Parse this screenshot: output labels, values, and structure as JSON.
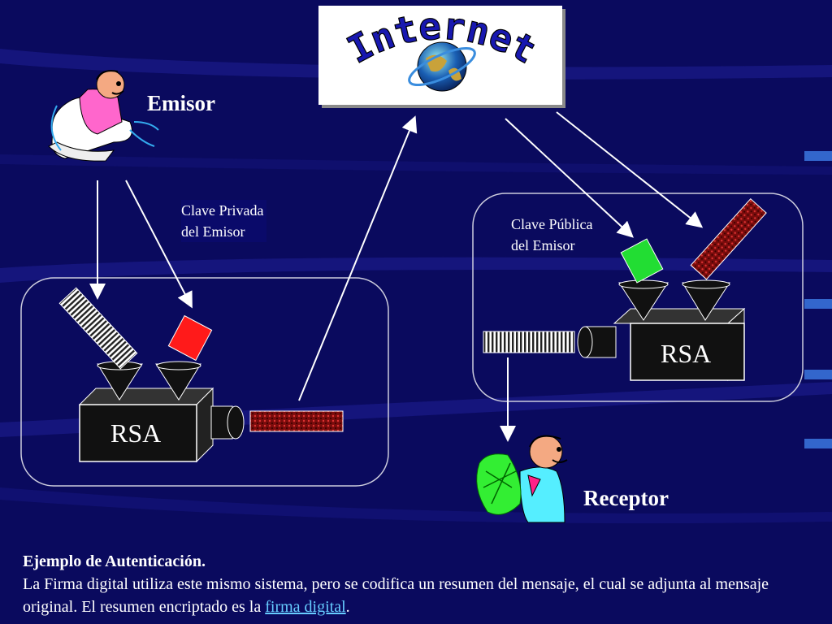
{
  "diagram": {
    "internet_logo": {
      "text": "Internet",
      "icon": "globe-icon"
    },
    "emisor": {
      "label": "Emisor",
      "icon": "sender-person-icon"
    },
    "receptor": {
      "label": "Receptor",
      "icon": "receiver-person-icon"
    },
    "clave_privada": {
      "line1": "Clave Privada",
      "line2": "del Emisor"
    },
    "clave_publica": {
      "line1": "Clave Pública",
      "line2": "del Emisor"
    },
    "machine_left": {
      "label": "RSA"
    },
    "machine_right": {
      "label": "RSA"
    }
  },
  "footer": {
    "title": "Ejemplo de Autenticación.",
    "body": "La Firma digital utiliza este mismo sistema, pero se codifica un resumen del mensaje, el cual se adjunta al mensaje original.  El resumen encriptado es la ",
    "link": "firma digital",
    "end": "."
  },
  "colors": {
    "background": "#0a0a5e",
    "private_key": "#ff1a1a",
    "public_key": "#22dd33",
    "encrypted": "#8b1010"
  }
}
